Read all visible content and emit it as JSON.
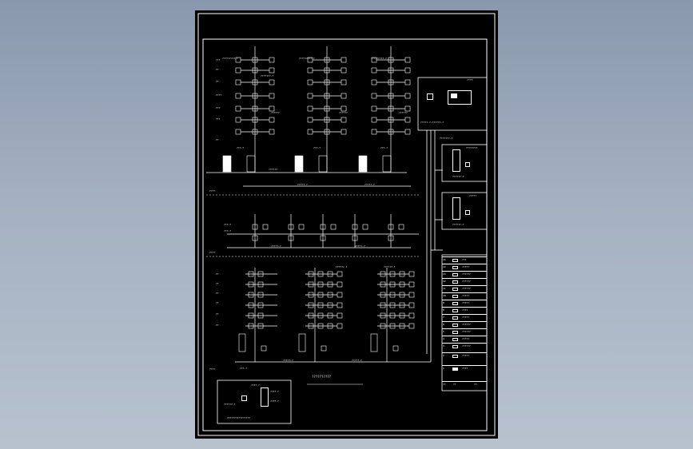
{
  "drawing": {
    "title": "??????????",
    "section_labels": [
      "????",
      "????",
      "????"
    ],
    "row_labels_top": [
      "???",
      "??",
      "??",
      "????",
      "???",
      "???",
      "??"
    ],
    "row_labels_bottom": [
      "??",
      "??",
      "??",
      "??",
      "??",
      "??"
    ],
    "small_labels": [
      "?????????-?",
      "???????-?",
      "??????",
      "??????",
      "???-?",
      "?????-?",
      "??????-?"
    ],
    "panel_top": {
      "label": "????",
      "sub": "?????-?-??????-?"
    },
    "panel_mid": {
      "label": "????????",
      "sub": "??????-?"
    },
    "panel_low": {
      "label": "?????",
      "sub": "??????-?"
    },
    "inset": {
      "lines": [
        "????-?",
        "????-?",
        "??????-?",
        "????-?"
      ],
      "footer": "????????????????"
    },
    "legend": {
      "rows": [
        {
          "num": "15",
          "text": "???"
        },
        {
          "num": "14",
          "text": "?????"
        },
        {
          "num": "13",
          "text": "??????"
        },
        {
          "num": "12",
          "text": "??????"
        },
        {
          "num": "11",
          "text": "??????"
        },
        {
          "num": "10",
          "text": "?????"
        },
        {
          "num": "9",
          "text": "?????"
        },
        {
          "num": "8",
          "text": "????"
        },
        {
          "num": "7",
          "text": "?????"
        },
        {
          "num": "6",
          "text": "??????"
        },
        {
          "num": "5",
          "text": "??????"
        },
        {
          "num": "4",
          "text": "?????"
        },
        {
          "num": "3",
          "text": "??????"
        },
        {
          "num": "2",
          "text": "?????"
        },
        {
          "num": "1",
          "text": "????"
        }
      ],
      "footer": [
        "??",
        "??",
        "??"
      ]
    }
  }
}
